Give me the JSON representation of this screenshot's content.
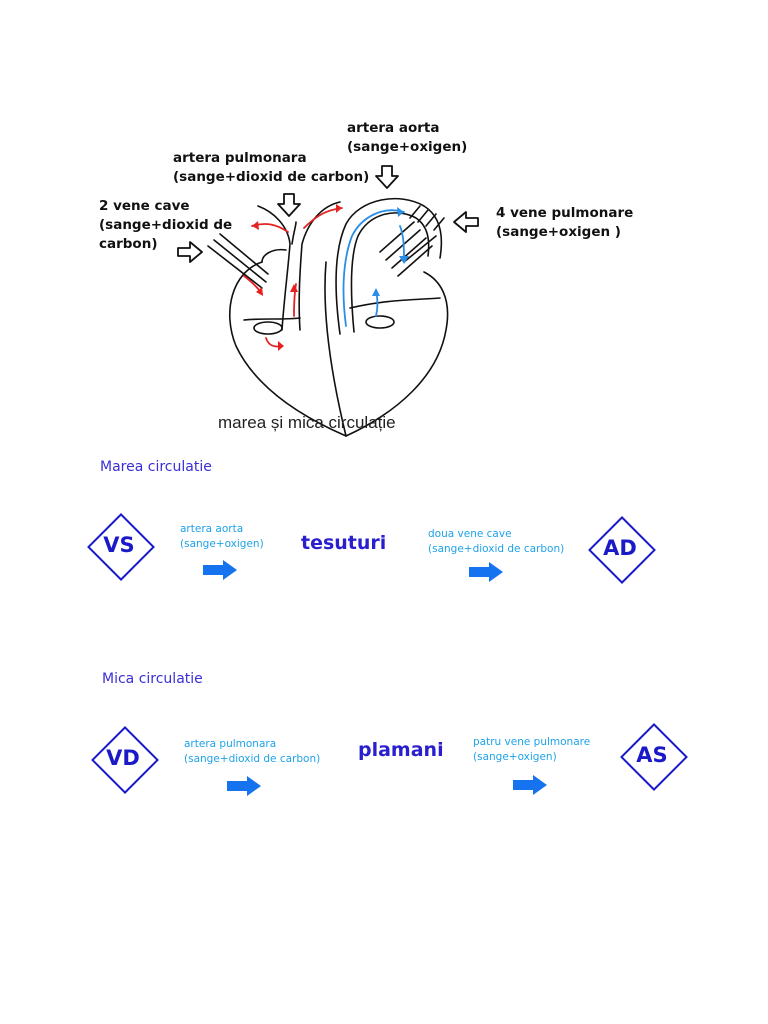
{
  "diagram": {
    "labels": {
      "aorta": [
        "artera aorta",
        "(sange+oxigen)"
      ],
      "pulmonary_artery": [
        "artera pulmonara",
        "(sange+dioxid de carbon)"
      ],
      "vena_cava": [
        "2 vene cave",
        "(sange+dioxid de",
        "carbon)"
      ],
      "pulmonary_veins": [
        "4 vene pulmonare",
        "(sange+oxigen )"
      ]
    },
    "caption": "marea și mica circulație"
  },
  "marea": {
    "title": "Marea circulatie",
    "start": "VS",
    "vessel1": [
      "artera aorta",
      "(sange+oxigen)"
    ],
    "organ": "tesuturi",
    "vessel2": [
      "doua vene cave",
      "(sange+dioxid de carbon)"
    ],
    "end": "AD"
  },
  "mica": {
    "title": "Mica circulatie",
    "start": "VD",
    "vessel1": [
      "artera pulmonara",
      "(sange+dioxid de carbon)"
    ],
    "organ": "plamani",
    "vessel2": [
      "patru vene pulmonare",
      "(sange+oxigen)"
    ],
    "end": "AS"
  },
  "colors": {
    "oxygenated_flow": "#e52222",
    "deoxygenated_flow": "#2a8ee8",
    "flow_arrow": "#1673f0",
    "node_border": "#1a1ac8",
    "title": "#3a2fd6"
  },
  "icons": {
    "pointer": "outline-arrow-icon",
    "flow": "blue-arrow-icon"
  }
}
